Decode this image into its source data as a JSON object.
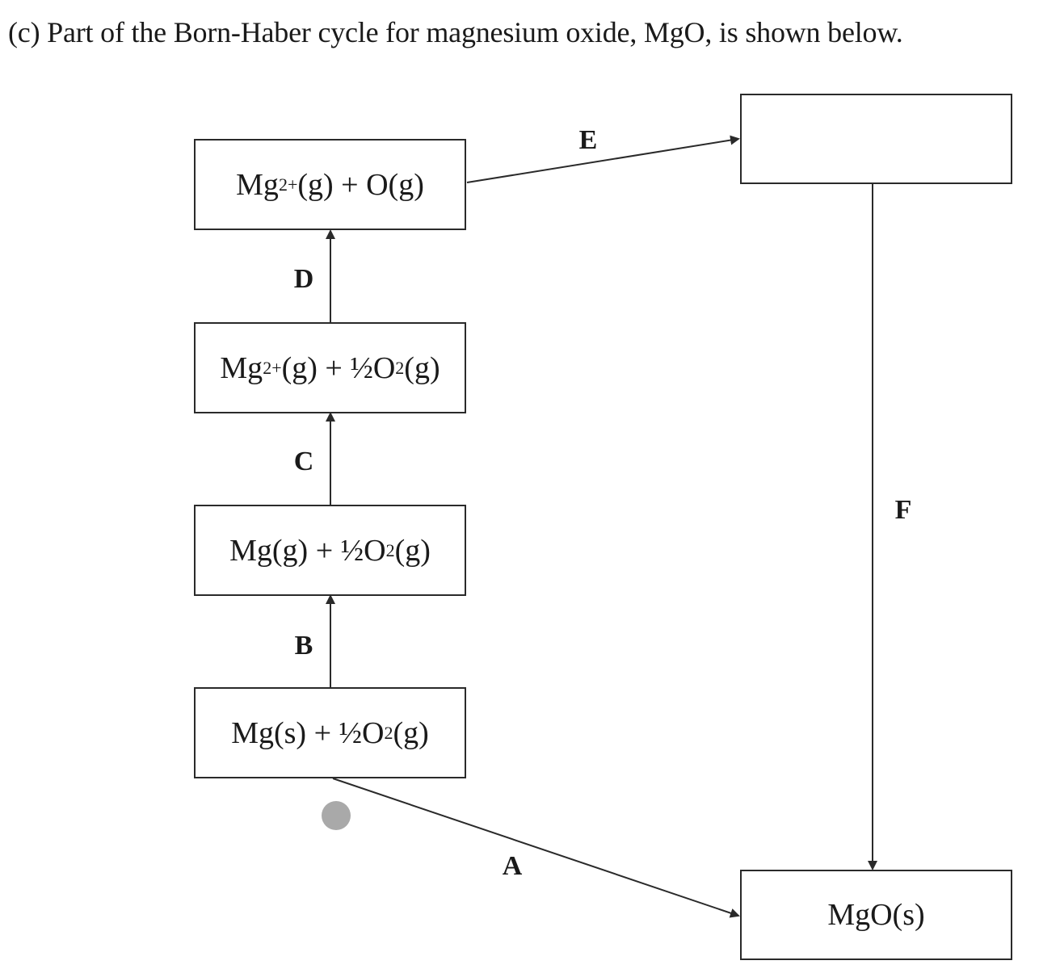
{
  "question": "(c) Part of the Born-Haber cycle for magnesium oxide, MgO, is shown below.",
  "boxes": {
    "top_left": {
      "prefix": "Mg",
      "sup": "2+",
      "rest": "(g) + O(g)"
    },
    "second": {
      "prefix": "Mg",
      "sup": "2+",
      "middle": "(g) + ½O",
      "sub": "2",
      "rest": "(g)"
    },
    "third": {
      "prefix": "Mg(g) + ½O",
      "sub": "2",
      "rest": "(g)"
    },
    "bottom_left": {
      "prefix": "Mg(s) + ½O",
      "sub": "2",
      "rest": "(g)"
    },
    "top_right": "",
    "bottom_right": "MgO(s)"
  },
  "steps": {
    "A": "A",
    "B": "B",
    "C": "C",
    "D": "D",
    "E": "E",
    "F": "F"
  }
}
